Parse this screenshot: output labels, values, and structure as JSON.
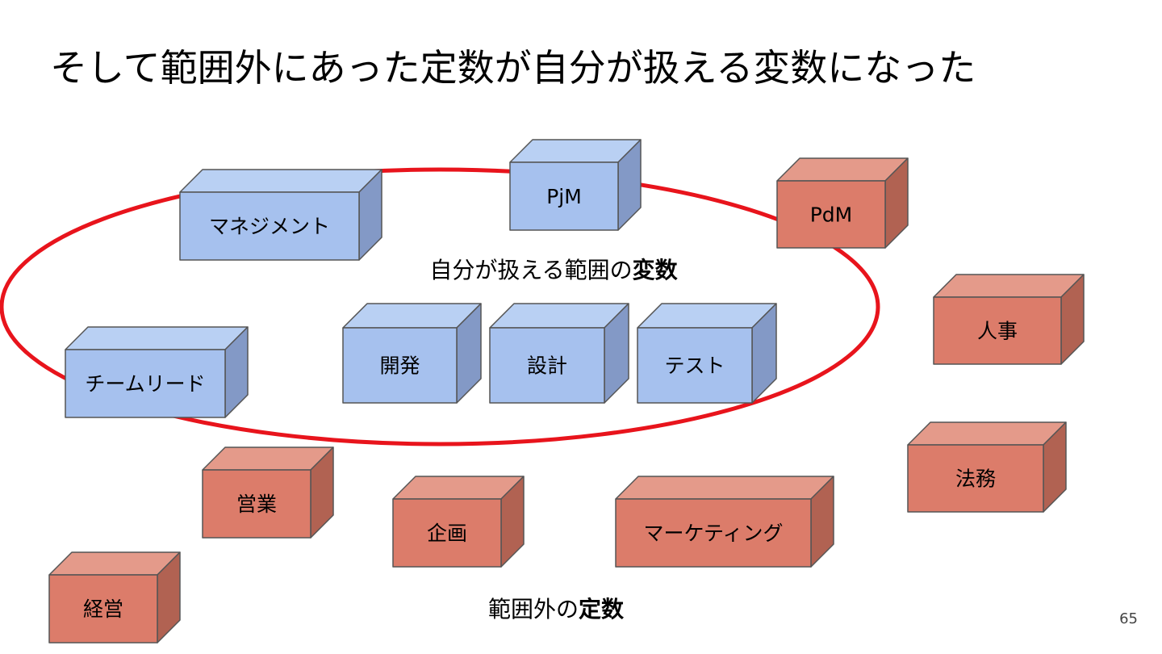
{
  "slide": {
    "title": "そして範囲外にあった定数が自分が扱える変数になった",
    "page_number": "65"
  },
  "labels": {
    "variables_plain": "自分が扱える範囲の",
    "variables_bold": "変数",
    "constants_plain": "範囲外の",
    "constants_bold": "定数"
  },
  "colors": {
    "ellipse": "#e8141c",
    "blue_front": "#a6c1ee",
    "blue_top": "#b9d0f3",
    "blue_side": "#8399c6",
    "red_front": "#dc7c6a",
    "red_top": "#e49a8a",
    "red_side": "#b16252",
    "edge": "#555555"
  },
  "boxes": [
    {
      "label": "マネジメント",
      "kind": "variable"
    },
    {
      "label": "PjM",
      "kind": "variable"
    },
    {
      "label": "PdM",
      "kind": "constant"
    },
    {
      "label": "チームリード",
      "kind": "variable"
    },
    {
      "label": "開発",
      "kind": "variable"
    },
    {
      "label": "設計",
      "kind": "variable"
    },
    {
      "label": "テスト",
      "kind": "variable"
    },
    {
      "label": "人事",
      "kind": "constant"
    },
    {
      "label": "法務",
      "kind": "constant"
    },
    {
      "label": "営業",
      "kind": "constant"
    },
    {
      "label": "企画",
      "kind": "constant"
    },
    {
      "label": "マーケティング",
      "kind": "constant"
    },
    {
      "label": "経営",
      "kind": "constant"
    }
  ]
}
